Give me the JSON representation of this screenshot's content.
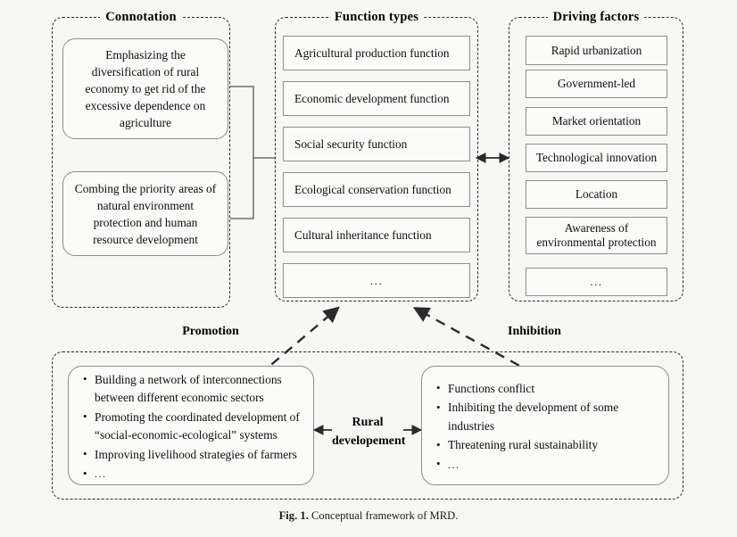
{
  "figure": {
    "caption_prefix": "Fig. 1.",
    "caption_text": "Conceptual framework of MRD.",
    "background_color": "#f7f7f5",
    "line_color": "#2a2a2a",
    "box_border_color": "#8d8d8d"
  },
  "connotation": {
    "title": "Connotation",
    "boxes": [
      {
        "text": "Emphasizing the diversification of rural economy to get rid of the excessive dependence on agriculture"
      },
      {
        "text": "Combing the priority areas of natural environment protection and human resource development"
      }
    ]
  },
  "function_types": {
    "title": "Function types",
    "items": [
      {
        "label": "Agricultural production function"
      },
      {
        "label": "Economic development function"
      },
      {
        "label": "Social security function"
      },
      {
        "label": "Ecological conservation function"
      },
      {
        "label": "Cultural inheritance function"
      },
      {
        "label": "..."
      }
    ]
  },
  "driving_factors": {
    "title": "Driving factors",
    "items": [
      {
        "label": "Rapid urbanization"
      },
      {
        "label": "Government-led"
      },
      {
        "label": "Market orientation"
      },
      {
        "label": "Technological innovation"
      },
      {
        "label": "Location"
      },
      {
        "label": "Awareness of environmental protection"
      },
      {
        "label": "..."
      }
    ]
  },
  "outcomes": {
    "promotion_label": "Promotion",
    "inhibition_label": "Inhibition",
    "center_label_line1": "Rural",
    "center_label_line2": "developement",
    "promotion_items": [
      "Building a network of interconnections between different economic sectors",
      "Promoting the coordinated development of “social-economic-ecological” systems",
      "Improving livelihood strategies of farmers",
      "..."
    ],
    "inhibition_items": [
      "Functions conflict",
      "Inhibiting the development of some industries",
      "Threatening rural sustainability",
      "..."
    ]
  }
}
